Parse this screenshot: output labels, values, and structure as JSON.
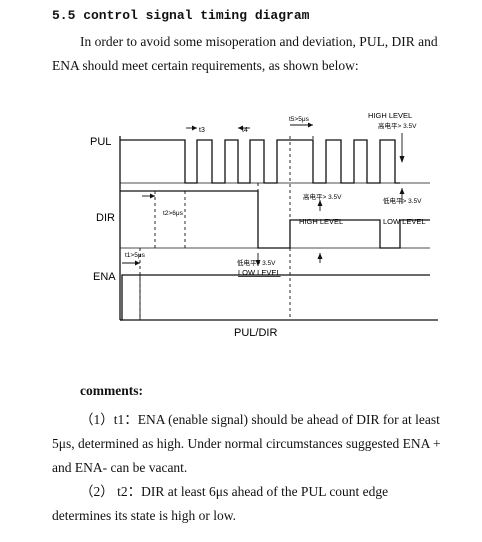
{
  "section": {
    "heading": "5.5 control signal timing diagram",
    "intro": "In order to avoid some misoperation and deviation, PUL, DIR and ENA should meet certain requirements, as shown below:"
  },
  "diagram": {
    "signal_labels": {
      "pul": "PUL",
      "dir": "DIR",
      "ena": "ENA"
    },
    "axis_label": "PUL/DIR",
    "timing_labels": {
      "t1": "t1>5μs",
      "t2": "t2>6μs",
      "t3": "t3",
      "t4": "t4",
      "t5": "t5>5μs"
    },
    "levels": {
      "high_level": "HIGH LEVEL",
      "low_level": "LOW LEVEL",
      "high_cn_1": "高电平> 3.5V",
      "high_cn_2": "高电平> 3.5V",
      "low_cn_1": "低电平> 3.5V",
      "low_cn_2": "低电平> 3.5V"
    }
  },
  "comments": {
    "title": "comments:",
    "c1": "（1）t1：ENA (enable signal) should be ahead of DIR for at least 5μs, determined as high. Under normal circumstances suggested ENA + and ENA- can be vacant.",
    "c2": "（2） t2：DIR at least 6μs ahead of the PUL count edge determines its state is high or low."
  }
}
